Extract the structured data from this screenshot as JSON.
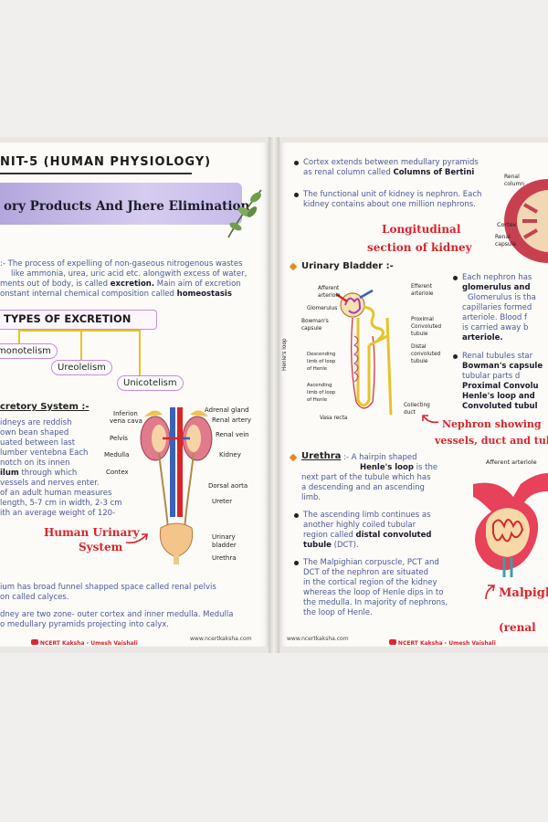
{
  "left": {
    "unit_title": "NIT-5 (HUMAN PHYSIOLOGY)",
    "banner": "ory Products And Jhere Elimination",
    "intro_1": ":- The process of expelling of non-gaseous nitrogenous wastes",
    "intro_2": "like ammonia, urea, uric acid etc. alongwith excess of water,",
    "intro_3a": "ments out of body, is called",
    "intro_3b": "excretion.",
    "intro_3c": "Main aim of excretion",
    "intro_4a": "onstant internal chemical composition called",
    "intro_4b": "homeostasis",
    "types_title": "TYPES OF EXCRETION",
    "type_1": "monotelism",
    "type_2": "Ureolelism",
    "type_3": "Unicotelism",
    "system_heading": "cretory System :-",
    "sys_1": "idneys are reddish",
    "sys_2": "own bean shaped",
    "sys_3": "uated between last",
    "sys_4": "lumber ventebna Each",
    "sys_5": "notch on its innen",
    "sys_6a": "ilum",
    "sys_6b": "through which",
    "sys_7": "vessels and nerves enter.",
    "sys_8": "of an adult human measures",
    "sys_9": "length, 5-7 cm in width, 2-3 cm",
    "sys_10": "ith an average weight of 120-",
    "labels": {
      "ivc": "Inferion",
      "ivc2": "vena cava",
      "pelvis": "Pelvis",
      "medulla": "Medulla",
      "cortex": "Contex",
      "adrenal": "Adrenal gland",
      "artery": "Renal artery",
      "vein": "Renal vein",
      "kidney": "Kidney",
      "aorta": "Dorsal aorta",
      "ureter": "Ureter",
      "bladder1": "Urinary",
      "bladder2": "bladder",
      "urethra": "Urethra"
    },
    "diagram_title_1": "Human Urinary",
    "diagram_title_2": "System",
    "para_1": "ium has broad funnel shapped space called renal pelvis",
    "para_2": "on called calyces.",
    "para_3": "dney are two zone- outer cortex and inner medulla. Medulla",
    "para_4": "o medullary pyramids projecting into calyx.",
    "website": "www.ncertkaksha.com",
    "brand": "NCERT Kaksha - Umesh Vaishali"
  },
  "right": {
    "p1_1": "Cortex extends between medullary pyramids",
    "p1_2a": "as renal column called",
    "p1_2b": "Columns of Bertini",
    "p2_1": "The functional unit of kidney is nephron. Each",
    "p2_2": "kidney contains about one million nephrons.",
    "renal_column": "Renal column",
    "cortex_lbl": "Cortex",
    "capsule_lbl": "Renal capsule",
    "long_1": "Longitudinal",
    "long_2": "section of kidney",
    "bladder_heading": "Urinary Bladder :-",
    "neph_labels": {
      "afferent": "Afferent arteriole",
      "efferent": "Efferent arteriole",
      "glomerulus": "Glomerulus",
      "bowman": "Bowman's capsule",
      "pct": "Proximal Convoluted tubule",
      "dct": "Distal convoluted tubule",
      "desc": "Descending limb of loop of Henle",
      "asc": "Ascending limb of loop of Henle",
      "henle": "Henle's loop",
      "vasa": "Vasa recta",
      "duct": "Collecting duct"
    },
    "b1_1": "Each nephron has",
    "b1_2": "glomerulus and",
    "b1_3": "Glomerulus is tha",
    "b1_4": "capillaries formed",
    "b1_5": "arteriole. Blood f",
    "b1_6": "is carried away b",
    "b1_7": "arteriole.",
    "b2_1": "Renal tubules star",
    "b2_2": "Bowman's capsule",
    "b2_3": "tubular parts d",
    "b2_4": "Proximal Convolu",
    "b2_5": "Henle's loop and",
    "b2_6": "Convoluted tubul",
    "neph_show_1": "Nephron showing",
    "neph_show_2": "vessels, duct and tub",
    "urethra_heading": "Urethra",
    "u1": ":- A hairpin shaped",
    "u2": "Henle's loop",
    "u2b": "is the",
    "u3": "next part of the tubule which has",
    "u4": "a descending and an ascending",
    "u5": "limb.",
    "a1": "The ascending limb continues as",
    "a2": "another highly coiled tubular",
    "a3a": "region called",
    "a3b": "distal convoluted",
    "a4": "tubule",
    "a4b": "(DCT).",
    "m1": "The Malpighian corpuscle, PCT and",
    "m2": "DCT of the nephron are situated",
    "m3": "in the cortical region of the kidney",
    "m4": "whereas the loop of Henle dips in to",
    "m5": "the medulla. In majority of nephrons,",
    "m6": "the loop of Henle.",
    "aff_lbl": "Afferent arteriole",
    "malp_1": "Malpigh",
    "malp_2": "(renal",
    "website": "www.ncertkaksha.com",
    "brand": "NCERT Kaksha - Umesh Vaishali"
  }
}
